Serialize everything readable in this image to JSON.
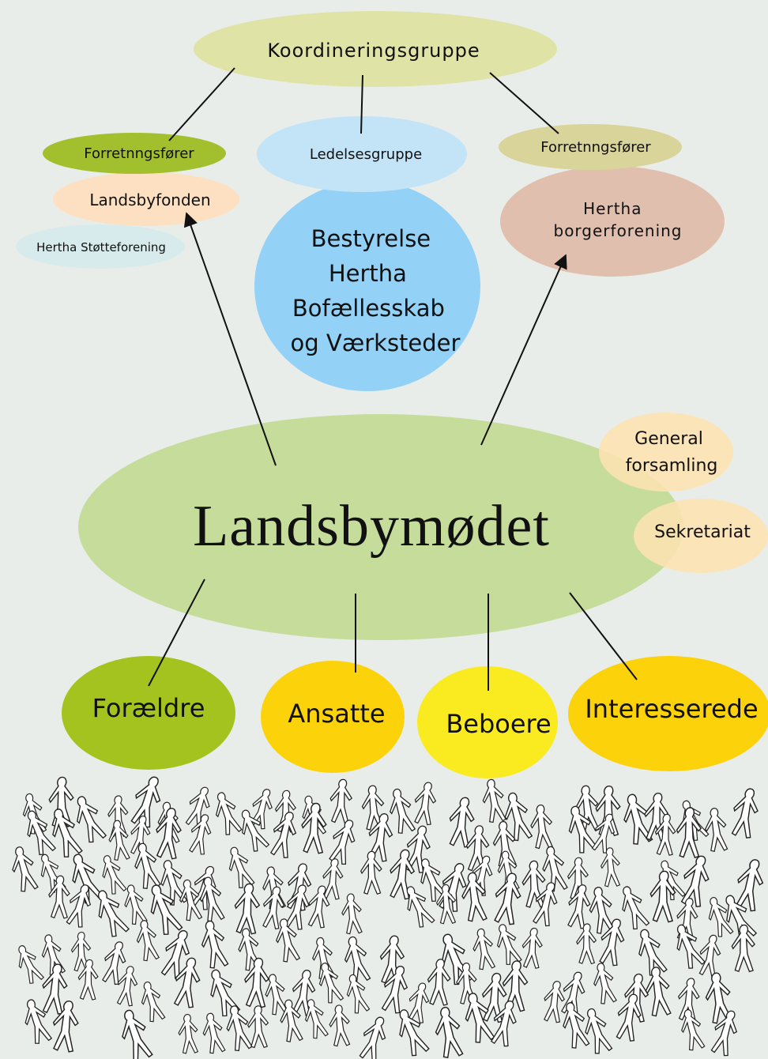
{
  "nodes": {
    "koordineringsgruppe": "Koordineringsgruppe",
    "forretningsforer_left": "Forretnngsfører",
    "ledelsesgruppe": "Ledelsesgruppe",
    "forretningsforer_right": "Forretnngsfører",
    "landsbyfonden": "Landsbyfonden",
    "hertha_stotteforening": "Hertha Støtteforening",
    "bestyrelse": [
      "Bestyrelse",
      "Hertha",
      "Bofællesskab",
      "og Værksteder"
    ],
    "hertha_borgerforening": [
      "Hertha",
      "borgerforening"
    ],
    "landsbymodet": "Landsbymødet",
    "general_forsamling": [
      "General",
      "forsamling"
    ],
    "sekretariat": "Sekretariat",
    "foraeldre": "Forældre",
    "ansatte": "Ansatte",
    "beboere": "Beboere",
    "interesserede": "Interesserede"
  },
  "colors": {
    "background": "#e9ede9",
    "koordinering": "#dfe4a6",
    "forretning_left": "#a2c02e",
    "ledelses": "#c3e3f7",
    "forretning_right": "#d8d49a",
    "landsbyfonden": "#fde0c2",
    "stotteforening": "#d8ebec",
    "bestyrelse": "#93d1f6",
    "borgerforening": "#e1bfae",
    "landsbymodet": "#c6dc9b",
    "general": "#fde3b0",
    "sekretariat": "#fde3b0",
    "foraeldre": "#a4c31e",
    "ansatte": "#fcd20a",
    "beboere": "#faea20",
    "interesserede": "#fcd20a",
    "line": "#111111"
  },
  "people_icon": "person-figure-icon"
}
